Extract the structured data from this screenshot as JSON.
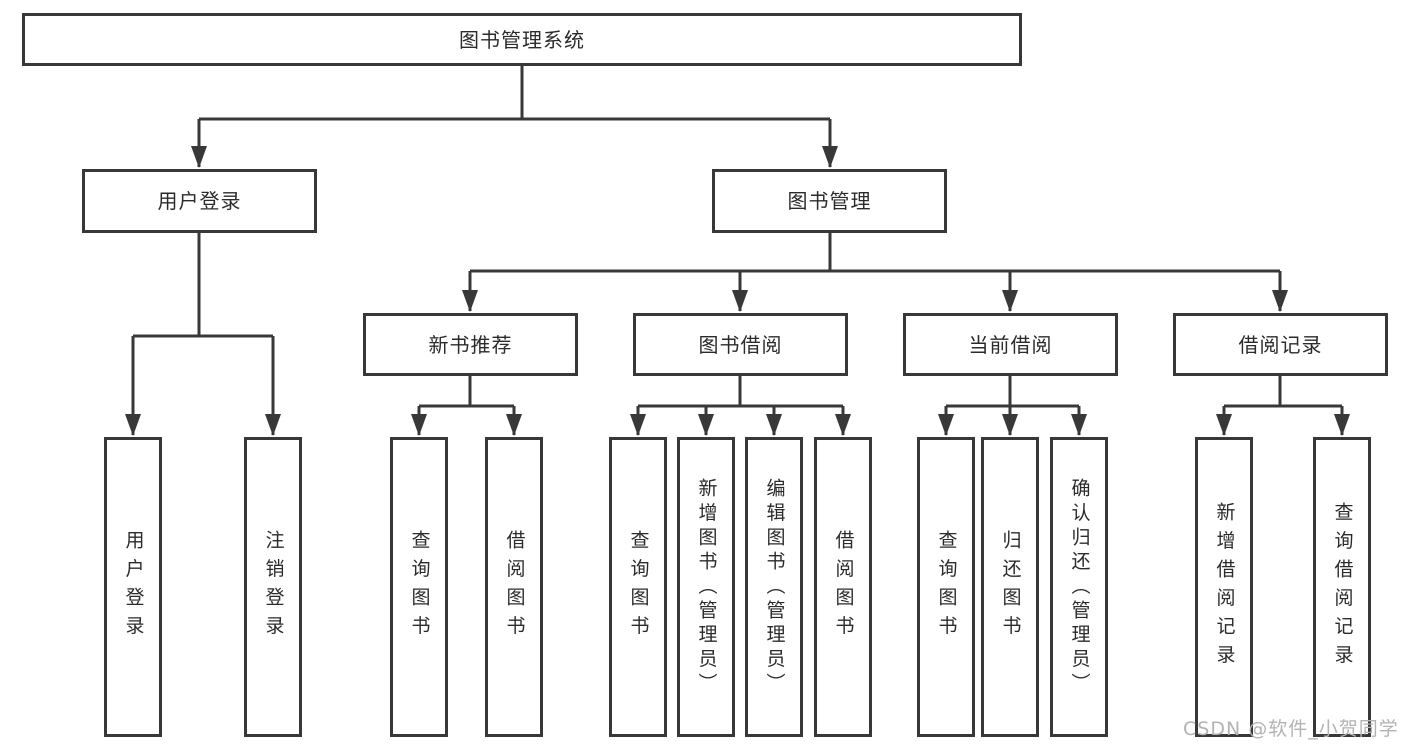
{
  "diagram": {
    "root": {
      "label": "图书管理系统"
    },
    "level2": [
      {
        "label": "用户登录"
      },
      {
        "label": "图书管理"
      }
    ],
    "level3": [
      {
        "label": "新书推荐"
      },
      {
        "label": "图书借阅"
      },
      {
        "label": "当前借阅"
      },
      {
        "label": "借阅记录"
      }
    ],
    "leaves": {
      "user_login": [
        {
          "label": "用户登录"
        },
        {
          "label": "注销登录"
        }
      ],
      "new_book": [
        {
          "label": "查询图书"
        },
        {
          "label": "借阅图书"
        }
      ],
      "book_borrow": [
        {
          "label": "查询图书"
        },
        {
          "label": "新增图书（管理员）"
        },
        {
          "label": "编辑图书（管理员）"
        },
        {
          "label": "借阅图书"
        }
      ],
      "current_borrow": [
        {
          "label": "查询图书"
        },
        {
          "label": "归还图书"
        },
        {
          "label": "确认归还（管理员）"
        }
      ],
      "borrow_records": [
        {
          "label": "新增借阅记录"
        },
        {
          "label": "查询借阅记录"
        }
      ]
    },
    "watermark": "CSDN @软件_小贺同学",
    "colors": {
      "line": "#383838",
      "text": "#2b2b2b",
      "watermark": "#b3b3b3",
      "background": "#ffffff"
    }
  }
}
